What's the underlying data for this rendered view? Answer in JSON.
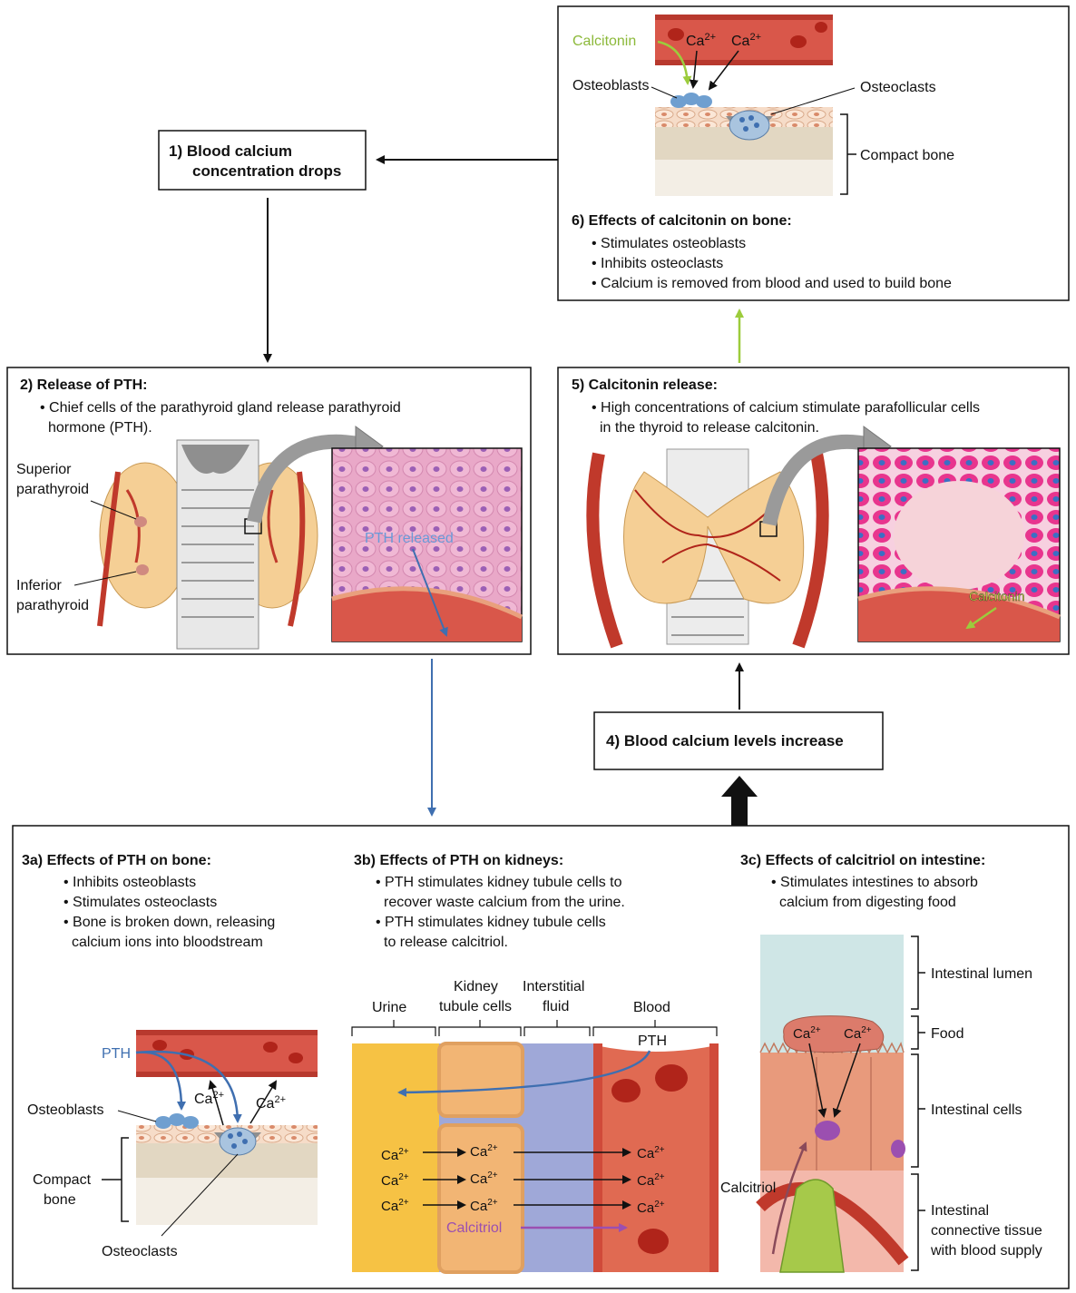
{
  "step1": {
    "title_line1": "1)  Blood calcium",
    "title_line2": "concentration drops"
  },
  "step2": {
    "title": "2) Release of PTH:",
    "bullet1_line1": "• Chief cells of the parathyroid gland release parathyroid",
    "bullet1_line2": "hormone (PTH).",
    "label_superior_1": "Superior",
    "label_superior_2": "parathyroid",
    "label_inferior_1": "Inferior",
    "label_inferior_2": "parathyroid",
    "pth_released": "PTH released"
  },
  "step3a": {
    "title": "3a) Effects of PTH on bone:",
    "b1": "• Inhibits osteoblasts",
    "b2": "• Stimulates osteoclasts",
    "b3_line1": "• Bone is broken down, releasing",
    "b3_line2": "calcium ions into bloodstream",
    "pth": "PTH",
    "ca": "Ca",
    "sup": "2+",
    "osteoblasts": "Osteoblasts",
    "compact_1": "Compact",
    "compact_2": "bone",
    "osteoclasts": "Osteoclasts"
  },
  "step3b": {
    "title": "3b) Effects of PTH on kidneys:",
    "b1_line1": "• PTH stimulates kidney tubule cells to",
    "b1_line2": "recover waste calcium from the urine.",
    "b2_line1": "• PTH stimulates kidney tubule cells",
    "b2_line2": "to release calcitriol.",
    "urine": "Urine",
    "kidney_1": "Kidney",
    "kidney_2": "tubule cells",
    "interstitial_1": "Interstitial",
    "interstitial_2": "fluid",
    "blood": "Blood",
    "pth": "PTH",
    "ca": "Ca",
    "sup": "2+",
    "calcitriol": "Calcitriol"
  },
  "step3c": {
    "title": "3c) Effects of calcitriol on intestine:",
    "b1_line1": "• Stimulates intestines to absorb",
    "b1_line2": "calcium from digesting food",
    "lumen": "Intestinal lumen",
    "food": "Food",
    "cells": "Intestinal cells",
    "connective_1": "Intestinal",
    "connective_2": "connective tissue",
    "connective_3": "with blood supply",
    "calcitriol": "Calcitriol",
    "ca": "Ca",
    "sup": "2+"
  },
  "step4": {
    "title": "4) Blood calcium levels increase"
  },
  "step5": {
    "title": "5) Calcitonin release:",
    "b1_line1": "• High concentrations of calcium stimulate parafollicular cells",
    "b1_line2": "in the thyroid to release calcitonin.",
    "calcitonin": "Calcitonin"
  },
  "step6": {
    "title": "6) Effects of calcitonin on bone:",
    "b1": "• Stimulates osteoblasts",
    "b2": "• Inhibits osteoclasts",
    "b3": "• Calcium is removed from blood and used to build bone",
    "calcitonin": "Calcitonin",
    "ca": "Ca",
    "sup": "2+",
    "osteoblasts": "Osteoblasts",
    "osteoclasts": "Osteoclasts",
    "compact": "Compact bone"
  },
  "colors": {
    "blood": "#c0392b",
    "bone": "#e0d6c0",
    "pth_arrow": "#3f6fb0",
    "calcitonin_arrow": "#9ccc3c",
    "calcitriol_arrow": "#9b4fb0"
  }
}
